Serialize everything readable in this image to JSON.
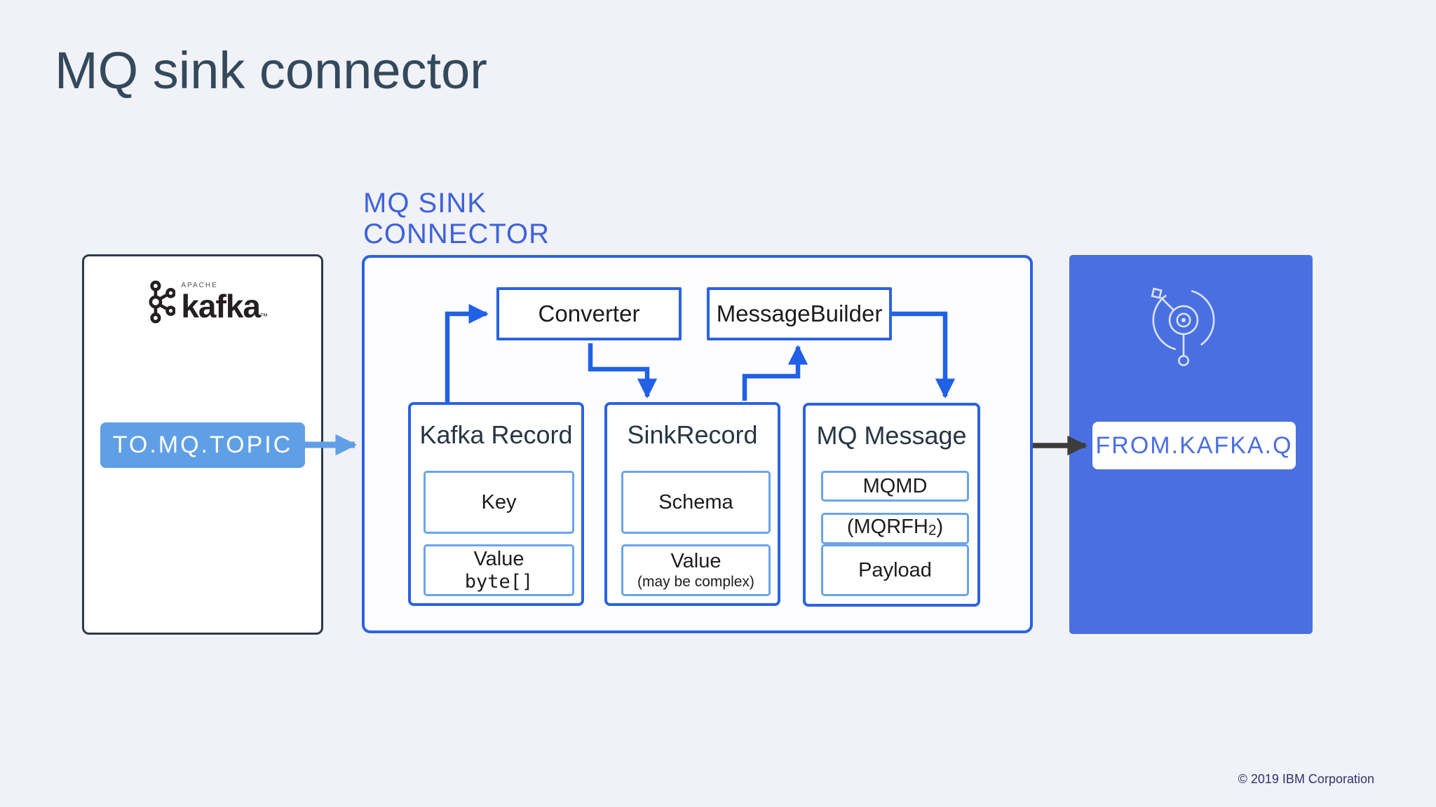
{
  "slide": {
    "title": "MQ sink connector",
    "footer": "© 2019 IBM Corporation"
  },
  "colors": {
    "bg": "#f1f1f8",
    "title_text": "#33495c",
    "accent_blue": "#2b63e1",
    "arrow_blue": "#2161e5",
    "light_blue": "#5f9fe6",
    "inner_blue": "#6aa4ea",
    "queue_blue": "#4a6fe1",
    "label_blue": "#3e63d9",
    "dark_arrow": "#3c3c3c",
    "footer_text": "#32326f",
    "logo_ink": "#241f20",
    "ink": "#1c1c1c",
    "record_title_ink": "#273645"
  },
  "connector_label": {
    "line1": "MQ SINK",
    "line2": "CONNECTOR"
  },
  "kafka_panel": {
    "logo_super": "APACHE",
    "logo_word": "kafka",
    "logo_mark": "™",
    "topic_badge": "TO.MQ.TOPIC"
  },
  "connector_panel": {
    "converter_label": "Converter",
    "message_builder_label": "MessageBuilder",
    "kafka_record": {
      "title": "Kafka Record",
      "fields": [
        {
          "label": "Key"
        },
        {
          "label": "Value",
          "detail": "byte[]"
        }
      ]
    },
    "sink_record": {
      "title": "SinkRecord",
      "fields": [
        {
          "label": "Schema"
        },
        {
          "label": "Value",
          "detail": "(may be complex)"
        }
      ]
    },
    "mq_message": {
      "title": "MQ Message",
      "fields": [
        {
          "label": "MQMD"
        },
        {
          "label_prefix": "(MQRFH",
          "label_sub": "2",
          "label_suffix": ")"
        },
        {
          "label": "Payload"
        }
      ]
    }
  },
  "mq_panel": {
    "queue_badge": "FROM.KAFKA.Q"
  }
}
